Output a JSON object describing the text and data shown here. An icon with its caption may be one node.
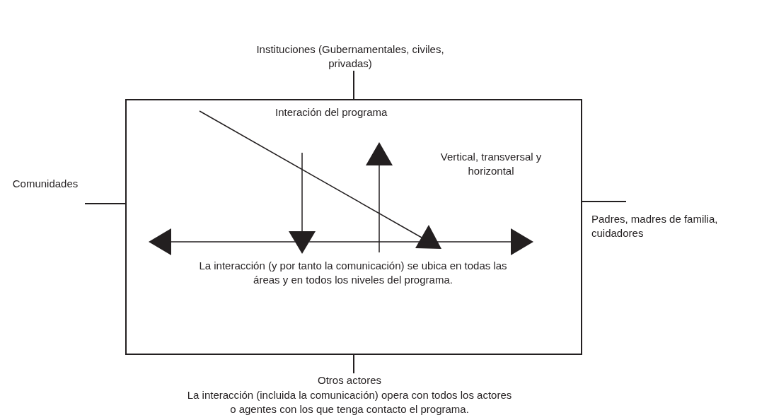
{
  "diagram": {
    "nodes": [
      {
        "text": [
          "Interación del programa",
          "Vertical, transversal y horizontal",
          "La interacción (y por tanto la comunicación) se ubica en todas las áreas y en todos los niveles del programa."
        ]
      },
      {
        "text": [
          "Instituciones (Gubernamentales, civiles, privadas)"
        ]
      },
      {
        "text": [
          "Comunidades"
        ]
      },
      {
        "text": [
          "Padres, madres de familia, cuidadores"
        ]
      },
      {
        "text": [
          "Otros actores",
          "La interacción (incluida la comunicación) opera con todos los actores o agentes con los que tenga contacto el programa."
        ]
      }
    ],
    "edges": [
      {
        "from": 0,
        "to": 1,
        "arrow": "none"
      },
      {
        "from": 0,
        "to": 2,
        "arrow": "none"
      },
      {
        "from": 0,
        "to": 3,
        "arrow": "none"
      },
      {
        "from": 0,
        "to": 4,
        "arrow": "none"
      }
    ]
  }
}
